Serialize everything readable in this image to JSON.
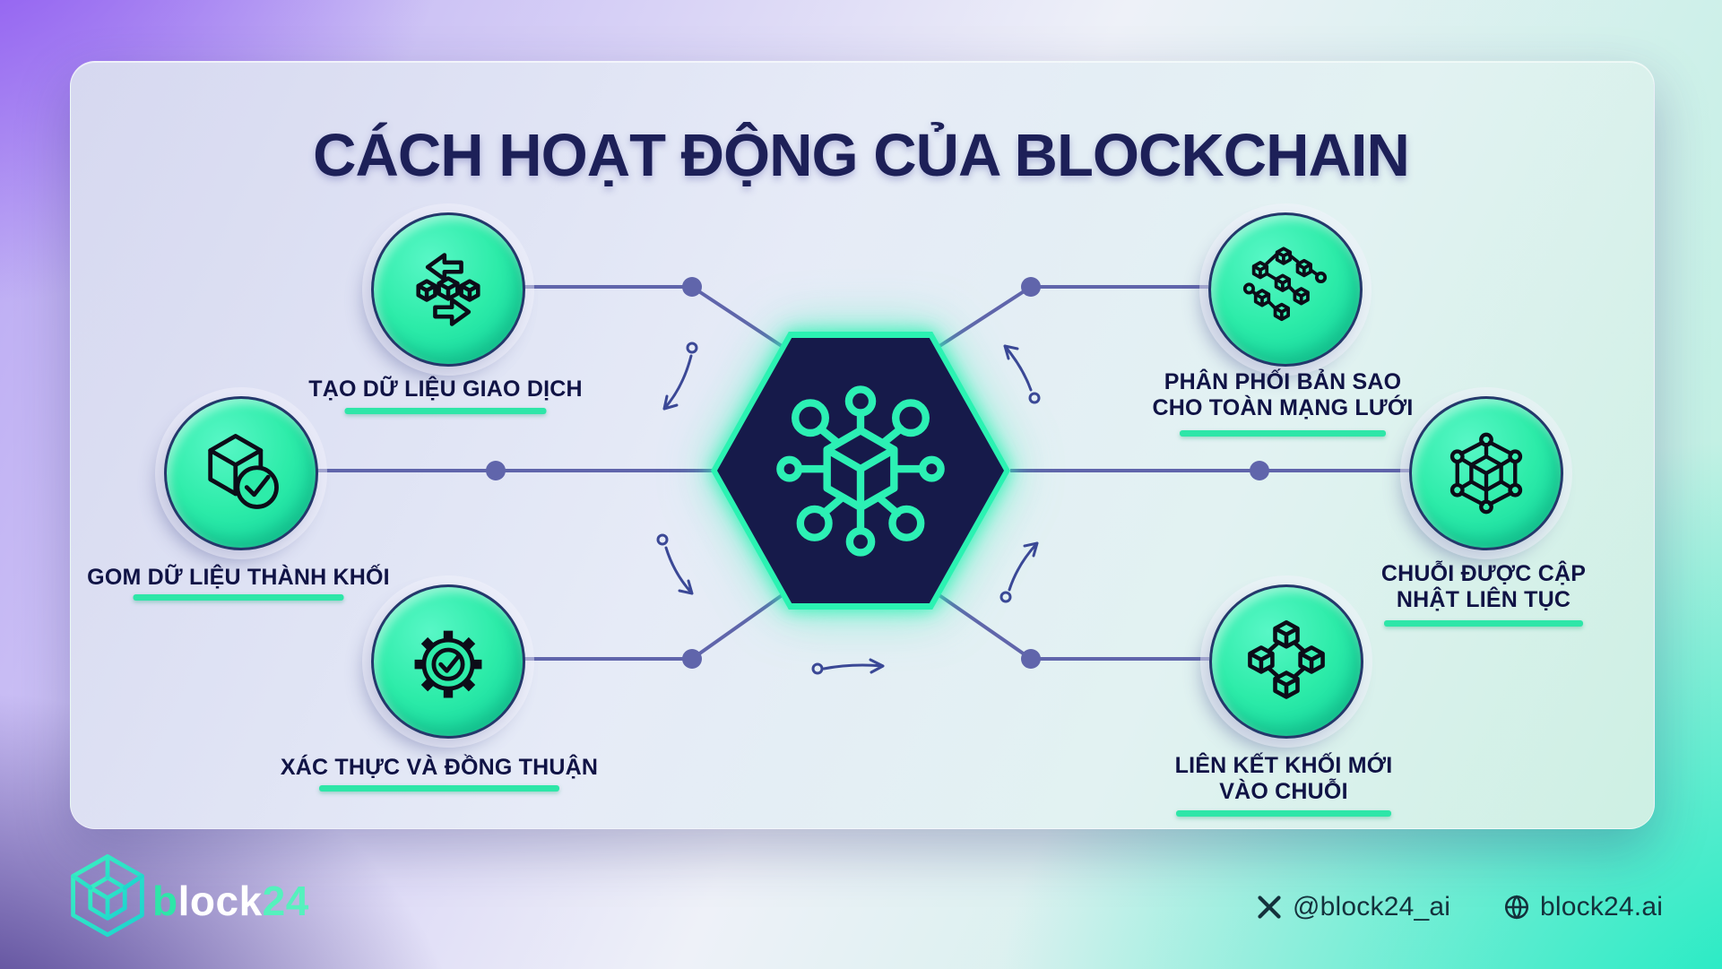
{
  "title": "CÁCH HOẠT ĐỘNG CỦA BLOCKCHAIN",
  "accent": {
    "green": "#2EE6A8",
    "navy": "#101345",
    "hex_fill": "#161A4A",
    "connector": "#6065AB",
    "bg_purple": "#8A50F1",
    "bg_teal": "#0FEAC0"
  },
  "steps": [
    {
      "id": "create-transaction-data",
      "icon": "transfer-arrows-icon",
      "label": "TẠO DỮ LIỆU GIAO DỊCH"
    },
    {
      "id": "group-data-into-block",
      "icon": "block-check-icon",
      "label": "GOM DỮ LIỆU THÀNH KHỐI"
    },
    {
      "id": "validate-and-consensus",
      "icon": "gear-check-icon",
      "label": "XÁC THỰC VÀ ĐỒNG THUẬN"
    },
    {
      "id": "distribute-copies",
      "icon": "distributed-network-icon",
      "label": "PHÂN PHỐI BẢN SAO\nCHO TOÀN MẠNG LƯỚI"
    },
    {
      "id": "chain-continuously-updated",
      "icon": "cube-mesh-icon",
      "label": "CHUỖI ĐƯỢC CẬP\nNHẬT LIÊN TỤC"
    },
    {
      "id": "link-new-block-to-chain",
      "icon": "linked-blocks-icon",
      "label": "LIÊN KẾT KHỐI MỚI\nVÀO CHUỖI"
    }
  ],
  "center": {
    "icon": "blockchain-network-hub-icon"
  },
  "footer": {
    "brand_p1": "b",
    "brand_p2": "lock",
    "brand_p3": "24",
    "x_handle": "@block24_ai",
    "website": "block24.ai"
  }
}
